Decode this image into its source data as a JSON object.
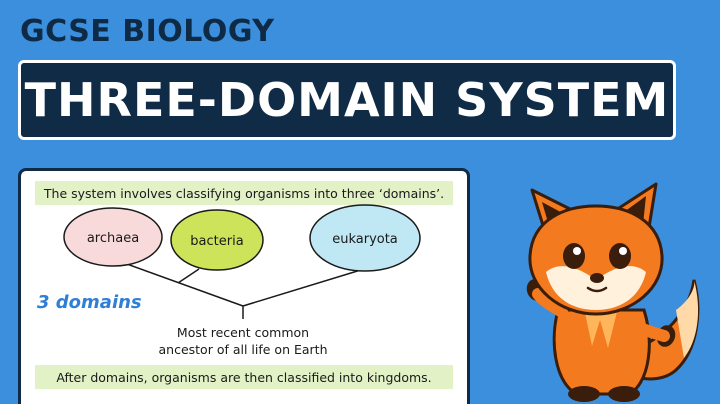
{
  "header": {
    "kicker": "GCSE BIOLOGY",
    "title": "THREE-DOMAIN SYSTEM"
  },
  "card": {
    "top_note": "The system involves classifying organisms into three ‘domains’.",
    "bottom_note": "After domains, organisms are then classified into kingdoms.",
    "domains": [
      {
        "label": "archaea",
        "color": "#f8dadb"
      },
      {
        "label": "bacteria",
        "color": "#cde45a"
      },
      {
        "label": "eukaryota",
        "color": "#bfe7f4"
      }
    ],
    "annotation": "3 domains",
    "ancestor_line1": "Most recent common",
    "ancestor_line2": "ancestor of all life on Earth"
  },
  "colors": {
    "background": "#3b8fdd",
    "banner": "#0f2b46",
    "annotation": "#2f7fd6",
    "note_fill": "#e3f1c7",
    "fox": "#f47a20"
  }
}
